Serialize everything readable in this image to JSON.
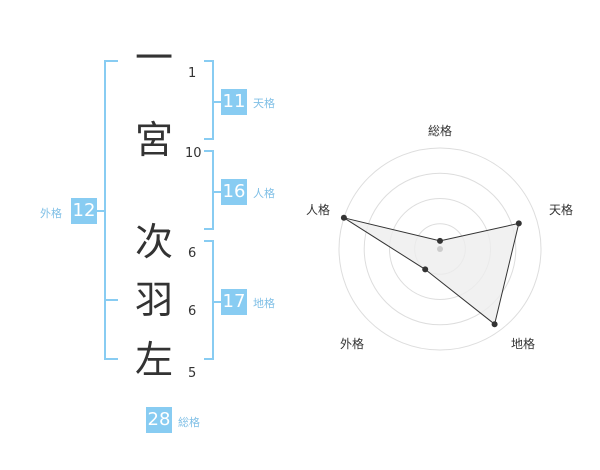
{
  "name": {
    "characters": [
      {
        "char": "一",
        "strokes": "1"
      },
      {
        "char": "宮",
        "strokes": "10"
      },
      {
        "char": "次",
        "strokes": "6"
      },
      {
        "char": "羽",
        "strokes": "6"
      },
      {
        "char": "左",
        "strokes": "5"
      }
    ]
  },
  "kaku": {
    "tenkaku": {
      "label": "天格",
      "value": "11"
    },
    "jinkaku": {
      "label": "人格",
      "value": "16"
    },
    "chikaku": {
      "label": "地格",
      "value": "17"
    },
    "gaikaku": {
      "label": "外格",
      "value": "12"
    },
    "soukaku": {
      "label": "総格",
      "value": "28"
    }
  },
  "colors": {
    "accent": "#88ccf2",
    "accent_text": "#7fbfe6",
    "text": "#333333",
    "radar_fill": "#eeeeee",
    "radar_grid": "#dddddd"
  },
  "radar": {
    "labels": {
      "top": "総格",
      "upper_right": "天格",
      "lower_right": "地格",
      "lower_left": "外格",
      "upper_left": "人格"
    },
    "levels": 4,
    "values": [
      {
        "axis": "総格",
        "value": 0.08
      },
      {
        "axis": "天格",
        "value": 0.82
      },
      {
        "axis": "地格",
        "value": 0.92
      },
      {
        "axis": "外格",
        "value": 0.25
      },
      {
        "axis": "人格",
        "value": 1.0
      }
    ]
  }
}
